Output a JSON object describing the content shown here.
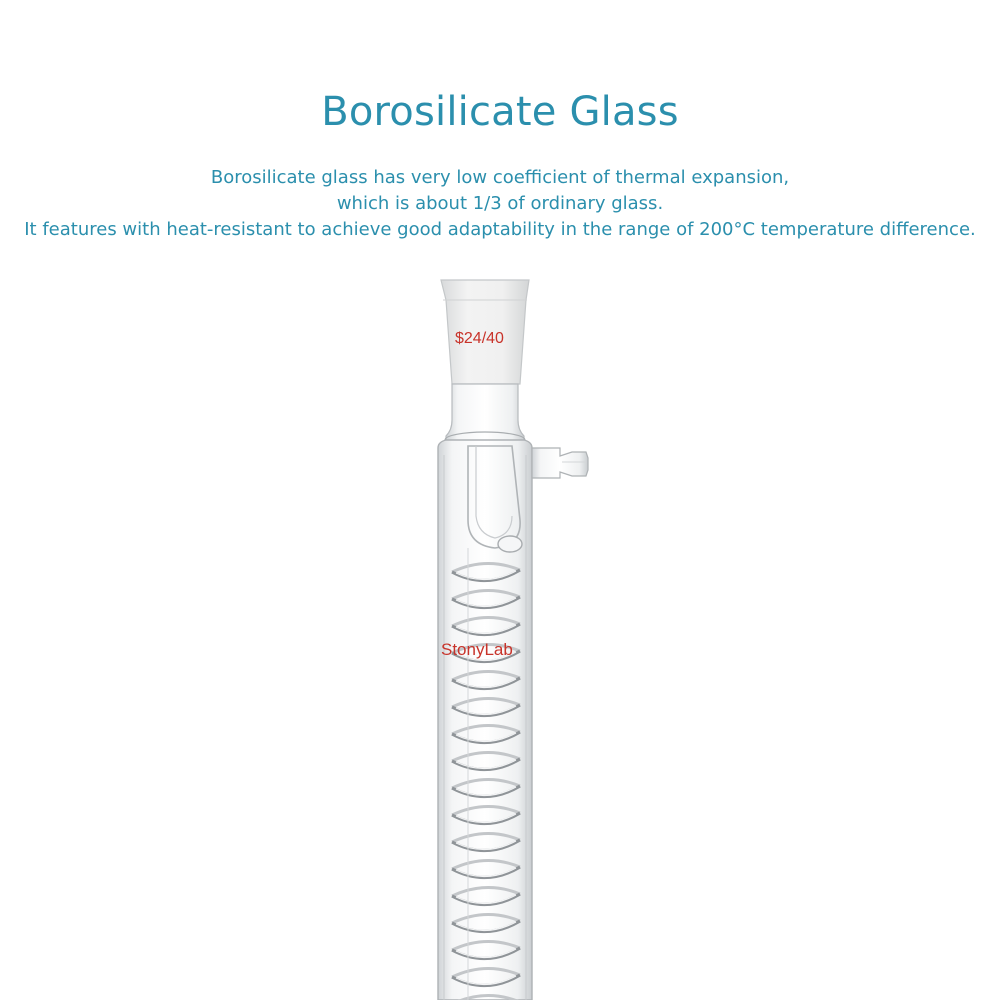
{
  "heading": "Borosilicate Glass",
  "description": [
    "Borosilicate glass has very low coefficient of thermal expansion,",
    "which is about 1/3 of ordinary glass.",
    "It features with heat-resistant to achieve good adaptability in the range of 200°C temperature difference."
  ],
  "product": {
    "joint_label": "$24/40",
    "brand_label": "StonyLab"
  },
  "colors": {
    "text": "#2b8fad",
    "label": "#c8332a"
  }
}
